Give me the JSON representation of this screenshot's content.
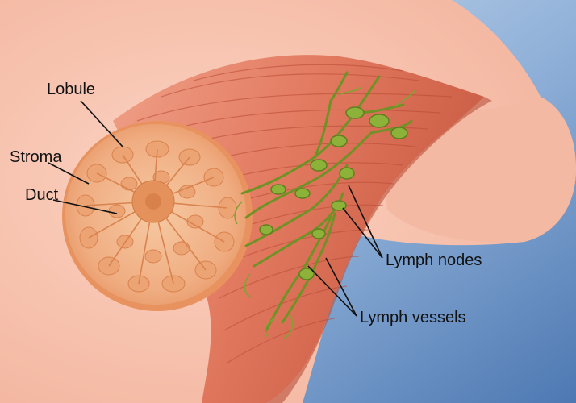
{
  "labels": {
    "lobule": "Lobule",
    "stroma": "Stroma",
    "duct": "Duct",
    "lymph_nodes": "Lymph nodes",
    "lymph_vessels": "Lymph vessels"
  },
  "colors": {
    "background_blue": "#6f95c8",
    "skin": "#f7c2ae",
    "muscle": "#e9846c",
    "muscle_shadow": "#c9573f",
    "breast_tissue": "#f3b58d",
    "breast_lobule": "#e99b67",
    "lymph": "#8db23a",
    "lymph_dark": "#5f7f1f",
    "label_text": "#111111"
  }
}
